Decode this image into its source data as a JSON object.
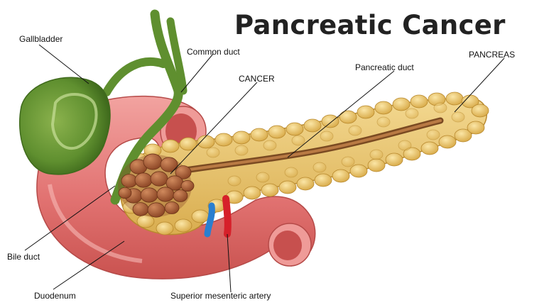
{
  "title": "Pancreatic Cancer",
  "labels": {
    "gallbladder": "Gallbladder",
    "common_duct": "Common duct",
    "cancer": "CANCER",
    "pancreatic_duct": "Pancreatic duct",
    "pancreas": "PANCREAS",
    "bile_duct": "Bile duct",
    "duodenum": "Duodenum",
    "superior_mesenteric_artery": "Superior mesenteric artery"
  },
  "colors": {
    "gallbladder": "#5f8f2f",
    "duodenum": "#e27372",
    "pancreas": "#e8c46b",
    "tumor": "#a85a34",
    "artery": "#d6202a",
    "vein": "#2a7fd0"
  }
}
